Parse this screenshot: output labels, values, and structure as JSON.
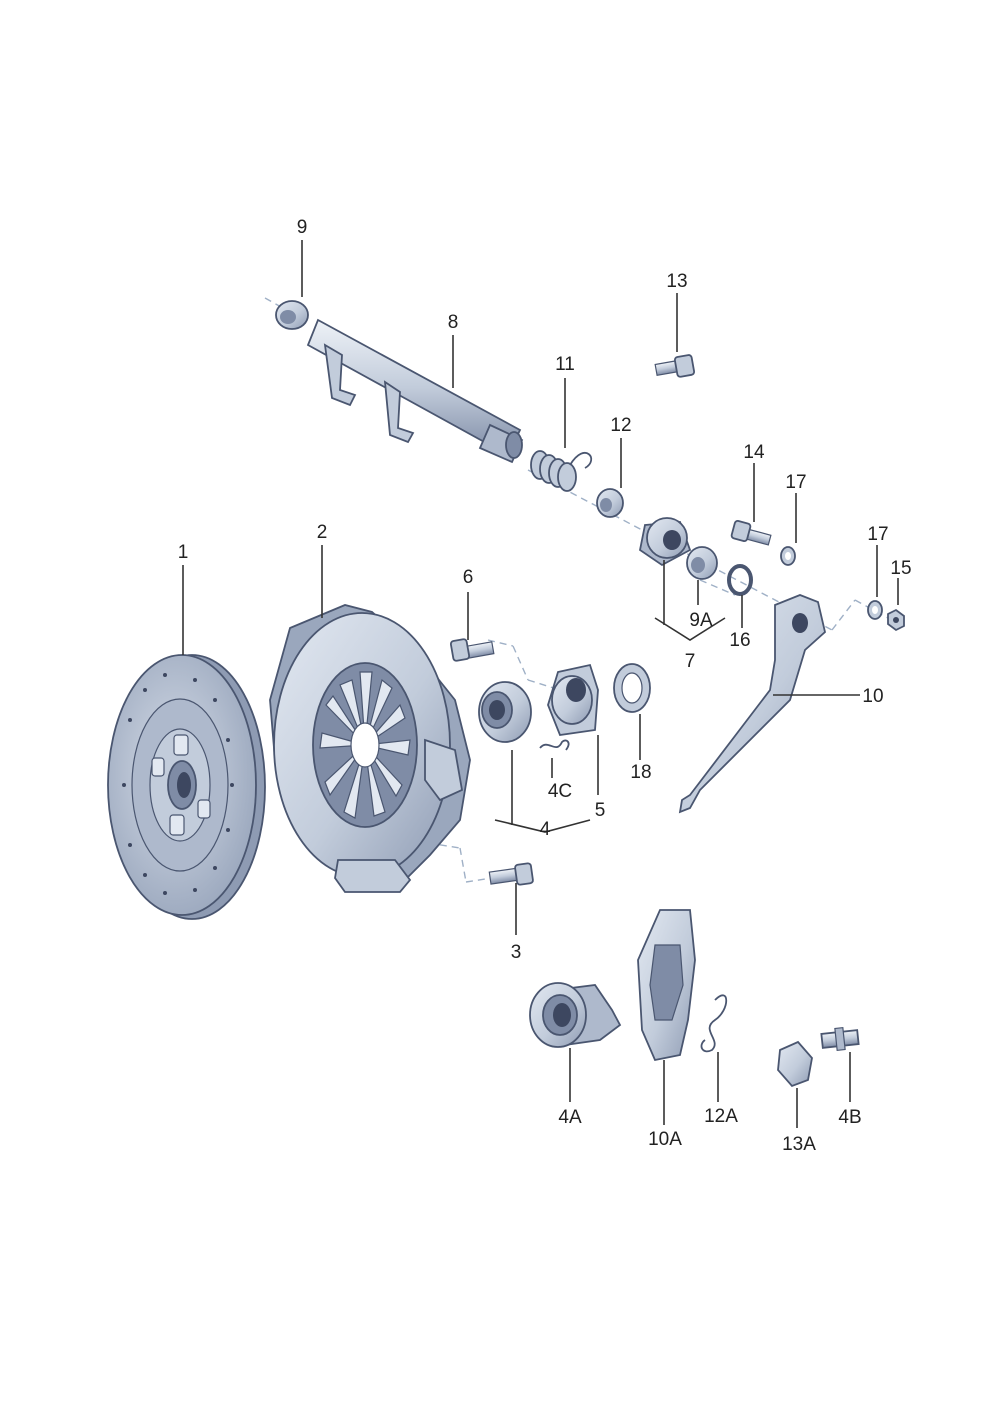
{
  "colors": {
    "part_fill": "#c2ccdb",
    "part_light": "#e2e8f1",
    "part_dark": "#7f8ca6",
    "outline": "#4a5670",
    "leader": "#333333",
    "axis_dash": "#9fb0c6"
  },
  "labels": {
    "p1": "1",
    "p2": "2",
    "p3": "3",
    "p4": "4",
    "p4a": "4A",
    "p4b": "4B",
    "p4c": "4C",
    "p5": "5",
    "p6": "6",
    "p7": "7",
    "p8": "8",
    "p9": "9",
    "p9a": "9A",
    "p10": "10",
    "p10a": "10A",
    "p11": "11",
    "p12": "12",
    "p12a": "12A",
    "p13": "13",
    "p13a": "13A",
    "p14": "14",
    "p15": "15",
    "p16": "16",
    "p17a": "17",
    "p17b": "17",
    "p18": "18"
  }
}
